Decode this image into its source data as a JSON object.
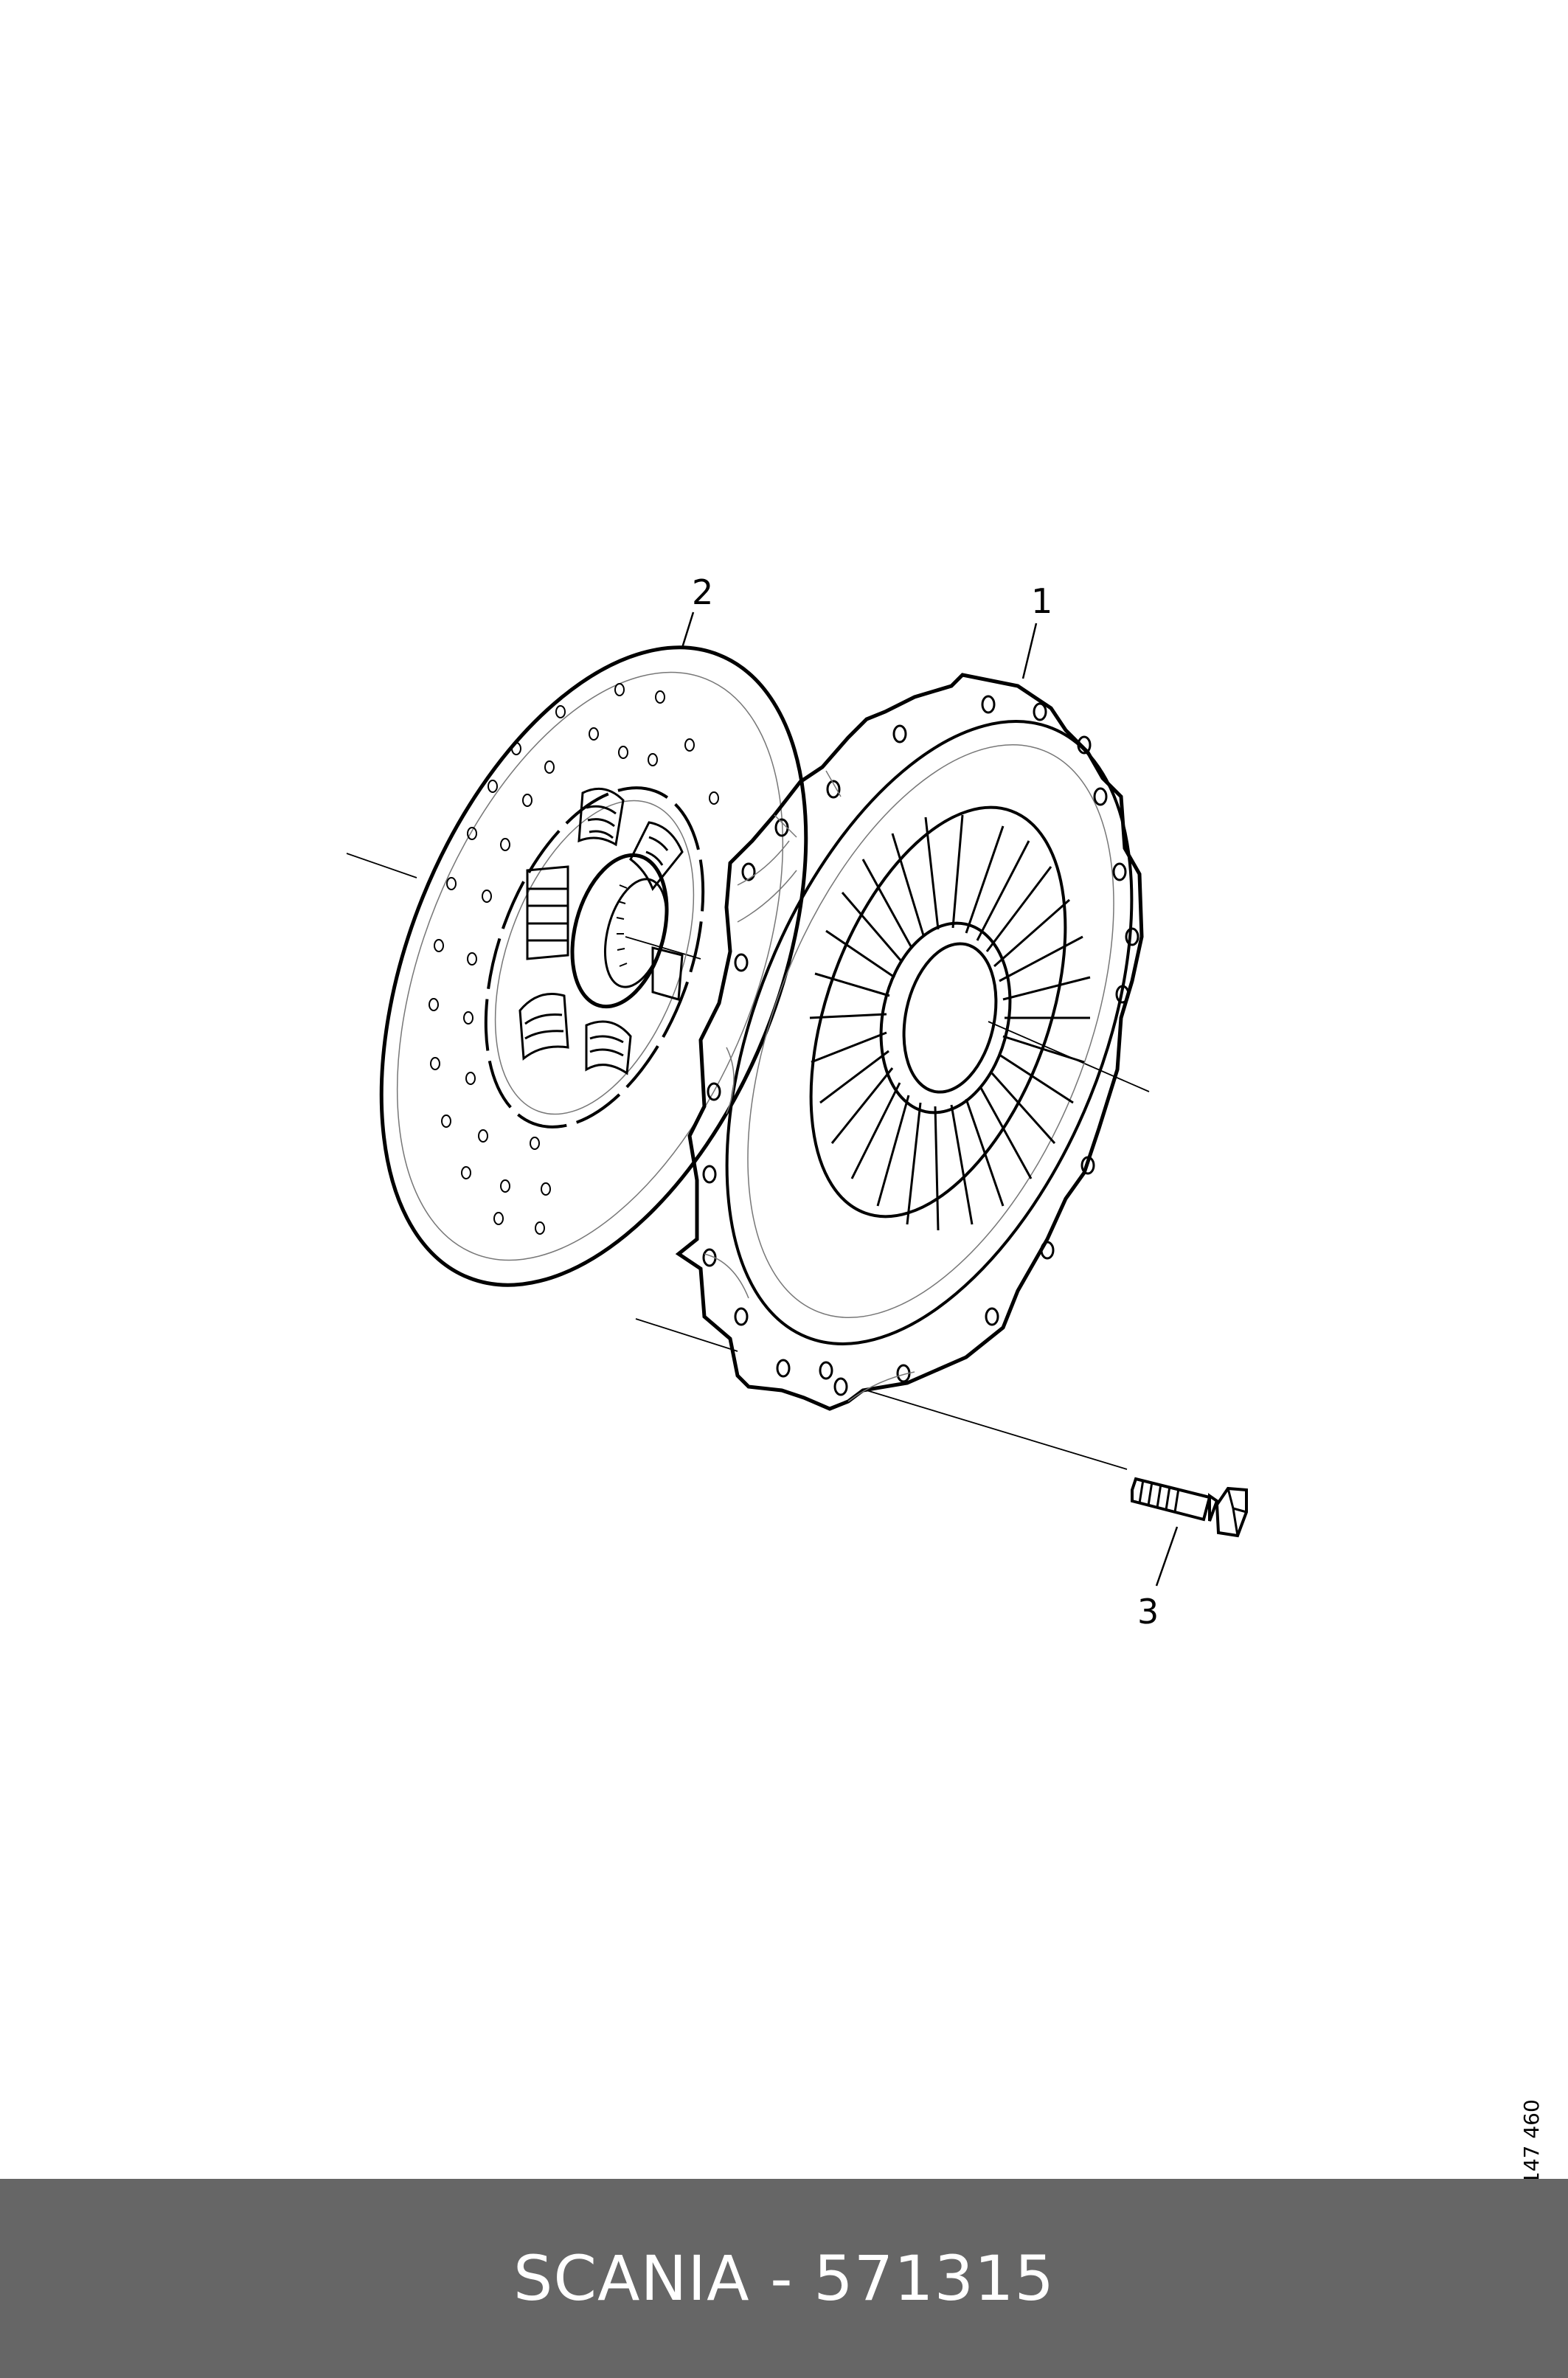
{
  "callouts": {
    "pressure_plate": "1",
    "clutch_disc": "2",
    "bolt": "3"
  },
  "drawing_number": "147 460",
  "footer": {
    "text": "SCANIA - 571315",
    "background": "#666666",
    "text_color": "#ffffff"
  },
  "colors": {
    "line": "#000000",
    "detail_line": "#777777",
    "background": "#ffffff"
  }
}
